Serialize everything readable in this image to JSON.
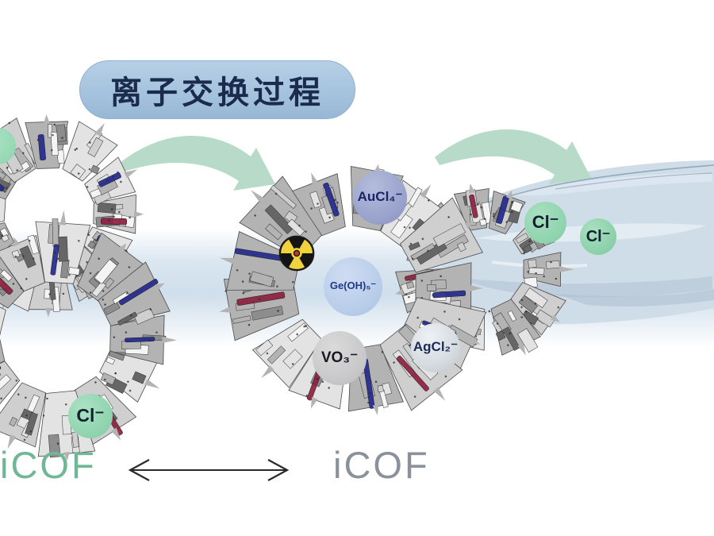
{
  "title": {
    "label": "离子交换过程"
  },
  "structures": {
    "left": {
      "label": "iCOF",
      "label_color": "#6fb795"
    },
    "right": {
      "label": "iCOF",
      "label_color": "#8b919b"
    }
  },
  "captured_ions": [
    {
      "id": "gold-chloride",
      "label": "AuCl₄⁻",
      "circle_color": "#98a2cb"
    },
    {
      "id": "germanium-hydroxide",
      "label": "Ge(OH)₅⁻",
      "circle_color": "#b8cde9"
    },
    {
      "id": "vanadate",
      "label": "VO₃⁻",
      "circle_color": "#c8c8ca"
    },
    {
      "id": "silver-chloride",
      "label": "AgCl₂⁻",
      "circle_color": "#d6dbe0"
    }
  ],
  "released_ions": [
    {
      "id": "chloride-left",
      "label": "Cl⁻"
    },
    {
      "id": "chloride-right-1",
      "label": "Cl⁻"
    },
    {
      "id": "chloride-right-2",
      "label": "Cl⁻"
    }
  ],
  "icons": {
    "radiation": "radiation-trefoil-icon"
  },
  "colors": {
    "title_pill": "#a9c6e0",
    "title_text": "#1b2b4d",
    "chloride_green": "#8ed3ad",
    "arrow_mint": "#b7dbc8",
    "water": "#cfdde9",
    "exchange_arrow": "#2a2a2a",
    "framework_accent_blue": "#232a8e",
    "framework_accent_red": "#8e2040"
  }
}
